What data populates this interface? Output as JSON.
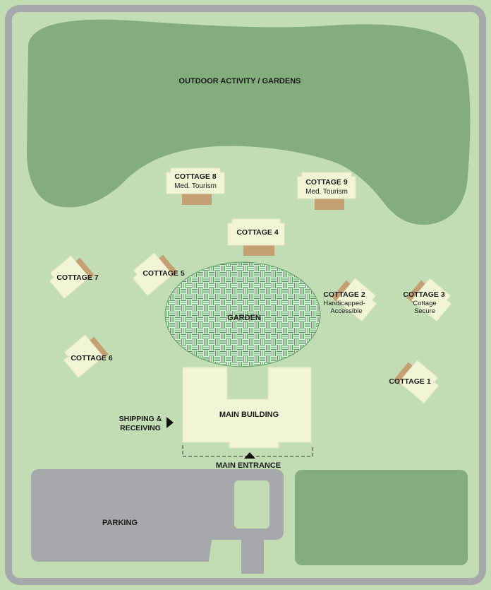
{
  "map": {
    "outdoor_area": "OUTDOOR ACTIVITY / GARDENS",
    "garden": "GARDEN",
    "main_building": "MAIN BUILDING",
    "main_entrance": "MAIN ENTRANCE",
    "shipping_line1": "SHIPPING &",
    "shipping_line2": "RECEIVING",
    "parking": "PARKING",
    "cottages": [
      {
        "name": "COTTAGE 1",
        "note1": "",
        "note2": ""
      },
      {
        "name": "COTTAGE 2",
        "note1": "Handicapped-",
        "note2": "Accessible"
      },
      {
        "name": "COTTAGE 3",
        "note1": "Cottage",
        "note2": "Secure"
      },
      {
        "name": "COTTAGE 4",
        "note1": "",
        "note2": ""
      },
      {
        "name": "COTTAGE 5",
        "note1": "",
        "note2": ""
      },
      {
        "name": "COTTAGE 6",
        "note1": "",
        "note2": ""
      },
      {
        "name": "COTTAGE 7",
        "note1": "",
        "note2": ""
      },
      {
        "name": "COTTAGE 8",
        "note1": "Med. Tourism",
        "note2": ""
      },
      {
        "name": "COTTAGE 9",
        "note1": "Med. Tourism",
        "note2": ""
      }
    ]
  },
  "colors": {
    "lawn": "#c2ddb4",
    "road": "#a6a8ab",
    "dark_green": "#83ad7d",
    "building": "#f2f4d6",
    "cottage_accent": "#c4a074",
    "garden_pattern": "#4f9a55"
  }
}
